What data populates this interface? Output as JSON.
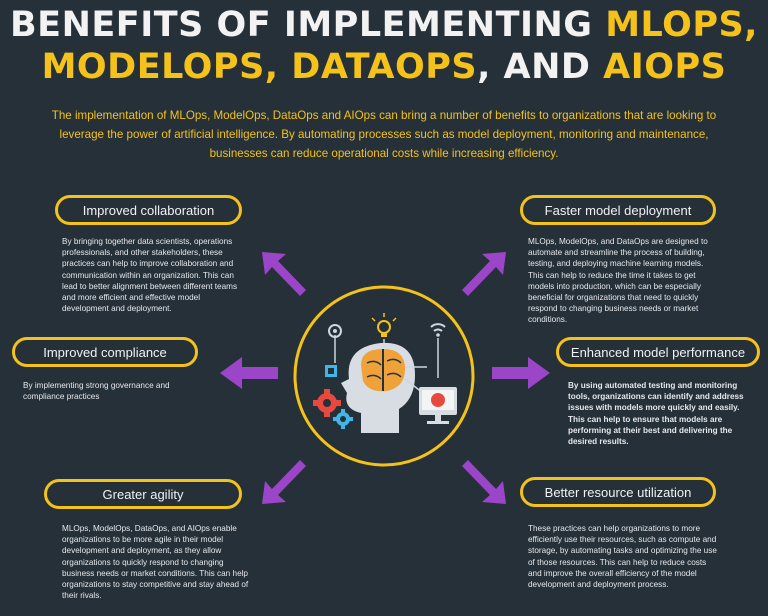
{
  "title": {
    "line1_prefix": "BENEFITS OF IMPLEMENTING ",
    "line1_highlight": "MLOPS,",
    "line2_part1": "MODELOPS, ",
    "line2_part2": "DATAOPS",
    "line2_part3": ", AND ",
    "line2_part4": "AIOPS"
  },
  "intro": "The implementation of MLOps, ModelOps, DataOps and AIOps can bring a number of benefits to organizations that are looking to leverage the power of artificial intelligence. By automating processes such as model deployment, monitoring and maintenance, businesses can reduce operational costs while increasing efficiency.",
  "benefits": [
    {
      "label": "Improved collaboration",
      "text": "By bringing together data scientists, operations professionals, and other stakeholders, these practices can help to improve collaboration and communication within an organization. This can lead to better alignment between different teams and more efficient and effective model development and deployment."
    },
    {
      "label": "Faster model deployment",
      "text": "MLOps, ModelOps, and DataOps are designed to automate and streamline the process of building, testing, and deploying machine learning models. This can help to reduce the time it takes to get models into production, which can be especially beneficial for organizations that need to quickly respond to changing business needs or market conditions."
    },
    {
      "label": "Improved compliance",
      "text": "By implementing strong governance and compliance practices"
    },
    {
      "label": "Enhanced model performance",
      "text": "By using automated testing and monitoring tools, organizations can identify and address issues with models more quickly and easily. This can help to ensure that models are performing at their best and delivering the desired results."
    },
    {
      "label": "Greater agility",
      "text": "MLOps, ModelOps, DataOps, and AIOps enable organizations to be more agile in their model development and deployment, as they allow organizations to quickly respond to changing business needs or market conditions. This can help organizations to stay competitive and stay ahead of their rivals."
    },
    {
      "label": "Better resource utilization",
      "text": "These practices can help organizations to more efficiently use their resources, such as compute and storage, by automating tasks and optimizing the use of those resources. This can help to reduce costs and improve the overall efficiency of the model development and deployment process."
    }
  ],
  "colors": {
    "background": "#263038",
    "accent_yellow": "#f4c21b",
    "arrow_purple": "#9b45c9",
    "brain_orange": "#f0a23a",
    "icon_cyan": "#3fb6e8",
    "gear_red": "#e8493f"
  },
  "icons": [
    "gear-icon",
    "lightbulb-icon",
    "wifi-icon",
    "ai-head-icon",
    "monitor-icon"
  ]
}
